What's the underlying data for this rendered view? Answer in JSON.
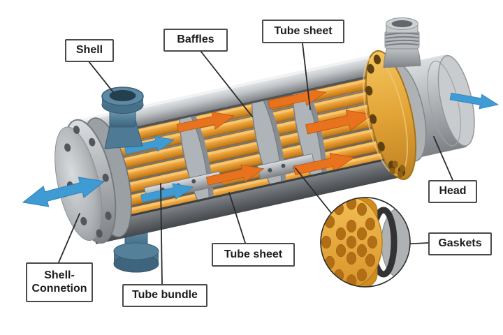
{
  "labels": {
    "shell": "Shell",
    "baffles": "Baffles",
    "tube_sheet_top": "Tube sheet",
    "tube_sheet_bottom": "Tube sheet",
    "tube_bundle": "Tube bundle",
    "shell_connection": "Shell-\nConnetion",
    "head": "Head",
    "gaskets": "Gaskets"
  },
  "colors": {
    "flow-blue": "#3E9BD3",
    "tube-orange": "#E8952F",
    "arrow-orange": "#E8721E",
    "sheet-yellow": "#E2A23C",
    "steel-blue": "#54809A",
    "metal-gray": "#B9BDC0",
    "gasket-dark": "#333333",
    "leader-line": "#2B2B2B",
    "label-border": "#4A4A4A"
  }
}
